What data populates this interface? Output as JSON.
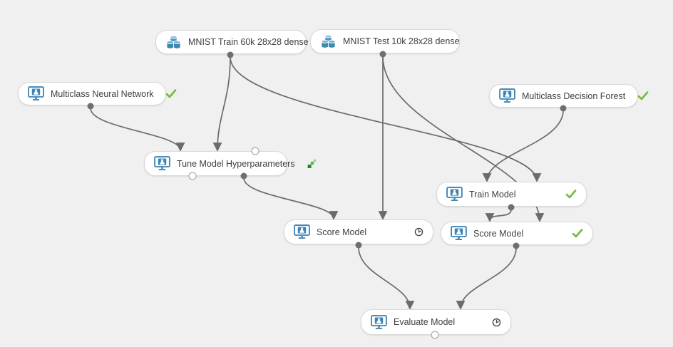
{
  "canvas": {
    "name": "ml-experiment-canvas"
  },
  "colors": {
    "background": "#f0f0f1",
    "node_border": "#d9d9d9",
    "text": "#3f3f3f",
    "edge": "#6b6b6b",
    "module_blue": "#3d83b5",
    "dataset_blue": "#4796c0",
    "success_green": "#76b93e",
    "running_green": "#3faa3f",
    "clock_gray": "#4a4a4a"
  },
  "nodes": [
    {
      "id": "mnist-train",
      "label": "MNIST Train 60k 28x28 dense",
      "icon": "dataset",
      "status": "none"
    },
    {
      "id": "mnist-test",
      "label": "MNIST Test 10k 28x28 dense",
      "icon": "dataset",
      "status": "none"
    },
    {
      "id": "multiclass-neural-network",
      "label": "Multiclass Neural Network",
      "icon": "module",
      "status": "completed"
    },
    {
      "id": "multiclass-decision-forest",
      "label": "Multiclass Decision Forest",
      "icon": "module",
      "status": "completed"
    },
    {
      "id": "tune-model-hyperparameters",
      "label": "Tune Model Hyperparameters",
      "icon": "module",
      "status": "running"
    },
    {
      "id": "train-model",
      "label": "Train Model",
      "icon": "module",
      "status": "completed"
    },
    {
      "id": "score-model-left",
      "label": "Score Model",
      "icon": "module",
      "status": "pending"
    },
    {
      "id": "score-model-right",
      "label": "Score Model",
      "icon": "module",
      "status": "completed"
    },
    {
      "id": "evaluate-model",
      "label": "Evaluate Model",
      "icon": "module",
      "status": "pending"
    }
  ],
  "edges": [
    {
      "from": "multiclass-neural-network",
      "from_port": 1,
      "to": "tune-model-hyperparameters",
      "to_port": 1
    },
    {
      "from": "mnist-train",
      "from_port": 1,
      "to": "tune-model-hyperparameters",
      "to_port": 2
    },
    {
      "from": "mnist-train",
      "from_port": 1,
      "to": "train-model",
      "to_port": 2
    },
    {
      "from": "mnist-test",
      "from_port": 1,
      "to": "score-model-left",
      "to_port": 2
    },
    {
      "from": "mnist-test",
      "from_port": 1,
      "to": "score-model-right",
      "to_port": 2
    },
    {
      "from": "multiclass-decision-forest",
      "from_port": 1,
      "to": "train-model",
      "to_port": 1
    },
    {
      "from": "tune-model-hyperparameters",
      "from_port": 2,
      "to": "score-model-left",
      "to_port": 1
    },
    {
      "from": "train-model",
      "from_port": 1,
      "to": "score-model-right",
      "to_port": 1
    },
    {
      "from": "score-model-left",
      "from_port": 1,
      "to": "evaluate-model",
      "to_port": 1
    },
    {
      "from": "score-model-right",
      "from_port": 1,
      "to": "evaluate-model",
      "to_port": 2
    }
  ]
}
